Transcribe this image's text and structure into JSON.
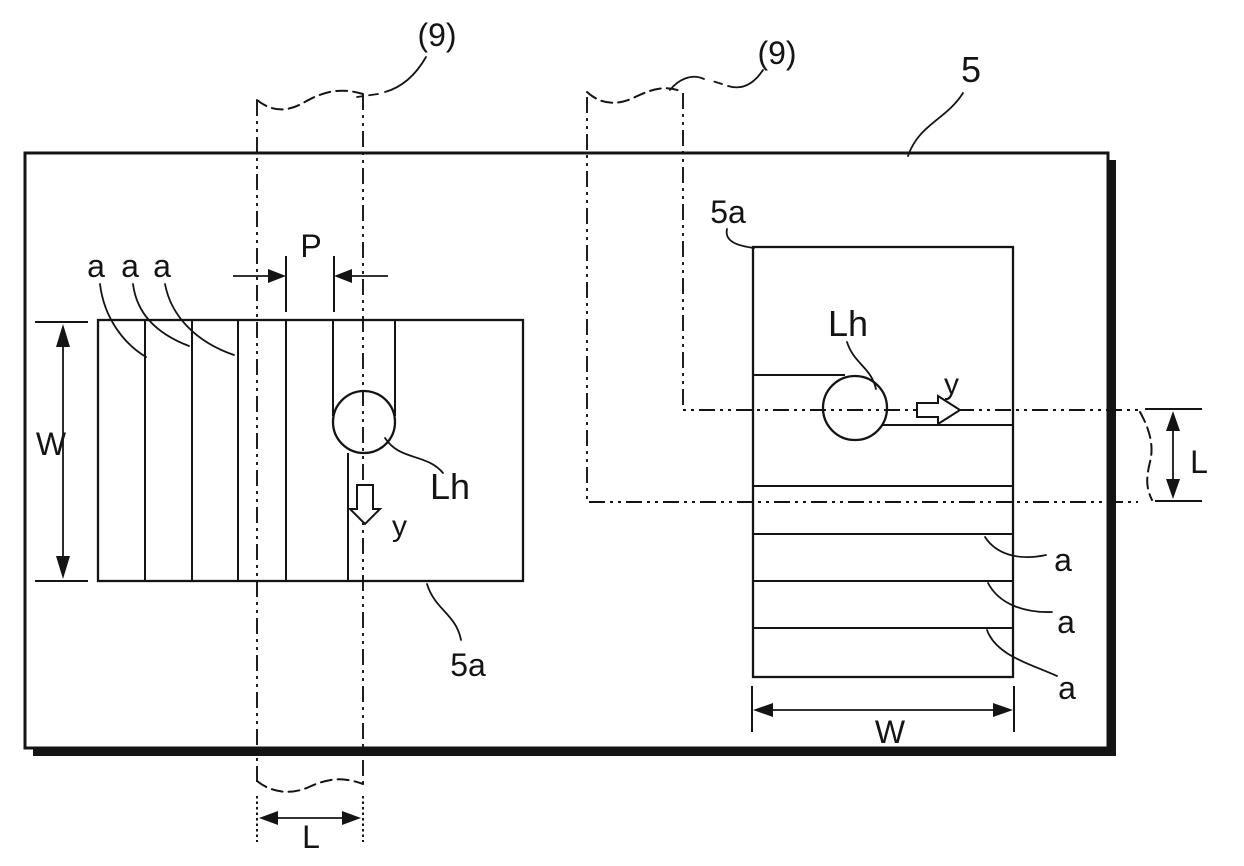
{
  "figure": {
    "background": "#ffffff",
    "ink": "#141414",
    "labels": {
      "tape_left": "(9)",
      "tape_right": "(9)",
      "board": "5",
      "pattern_left": "5a",
      "pattern_right": "5a",
      "pitch": "P",
      "width_left": "W",
      "width_right": "W",
      "length_bottom": "L",
      "length_right": "L",
      "hole_left": "Lh",
      "hole_right": "Lh",
      "dir_left": "y",
      "dir_right": "y",
      "stripes_left": [
        "a",
        "a",
        "a"
      ],
      "stripes_right": [
        "a",
        "a",
        "a"
      ]
    }
  }
}
